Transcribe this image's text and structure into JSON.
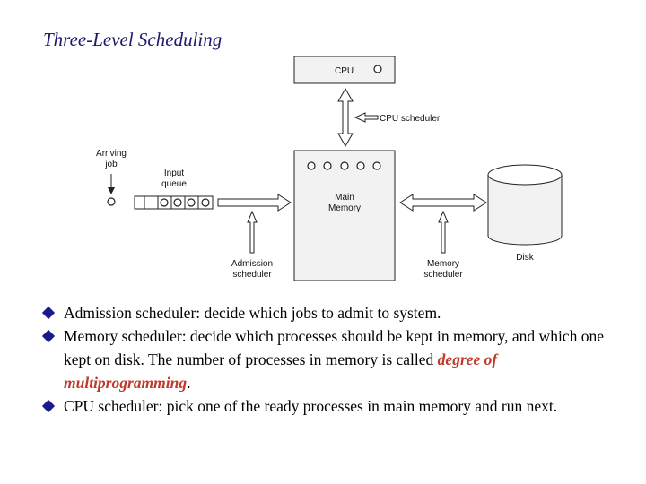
{
  "title": "Three-Level Scheduling",
  "diagram": {
    "cpu_label": "CPU",
    "cpu_scheduler_label": "CPU scheduler",
    "arriving_job_line1": "Arriving",
    "arriving_job_line2": "job",
    "input_queue_line1": "Input",
    "input_queue_line2": "queue",
    "main_memory_line1": "Main",
    "main_memory_line2": "Memory",
    "admission_scheduler_line1": "Admission",
    "admission_scheduler_line2": "scheduler",
    "memory_scheduler_line1": "Memory",
    "memory_scheduler_line2": "scheduler",
    "disk_label": "Disk"
  },
  "bullets": [
    {
      "text": "Admission scheduler: decide which jobs to admit to system."
    },
    {
      "text_before": "Memory scheduler: decide which processes should be kept in memory, and which one kept on disk. The number of processes in memory is called ",
      "emphasis": "degree of multiprogramming",
      "text_after": "."
    },
    {
      "text": "CPU scheduler: pick one of the ready processes in main memory and run next."
    }
  ],
  "colors": {
    "title": "#1a1a6e",
    "bullet": "#1a1a8c",
    "emphasis": "#c0392b",
    "box_fill": "#f2f2f2",
    "arrow_fill": "#ffffff"
  }
}
